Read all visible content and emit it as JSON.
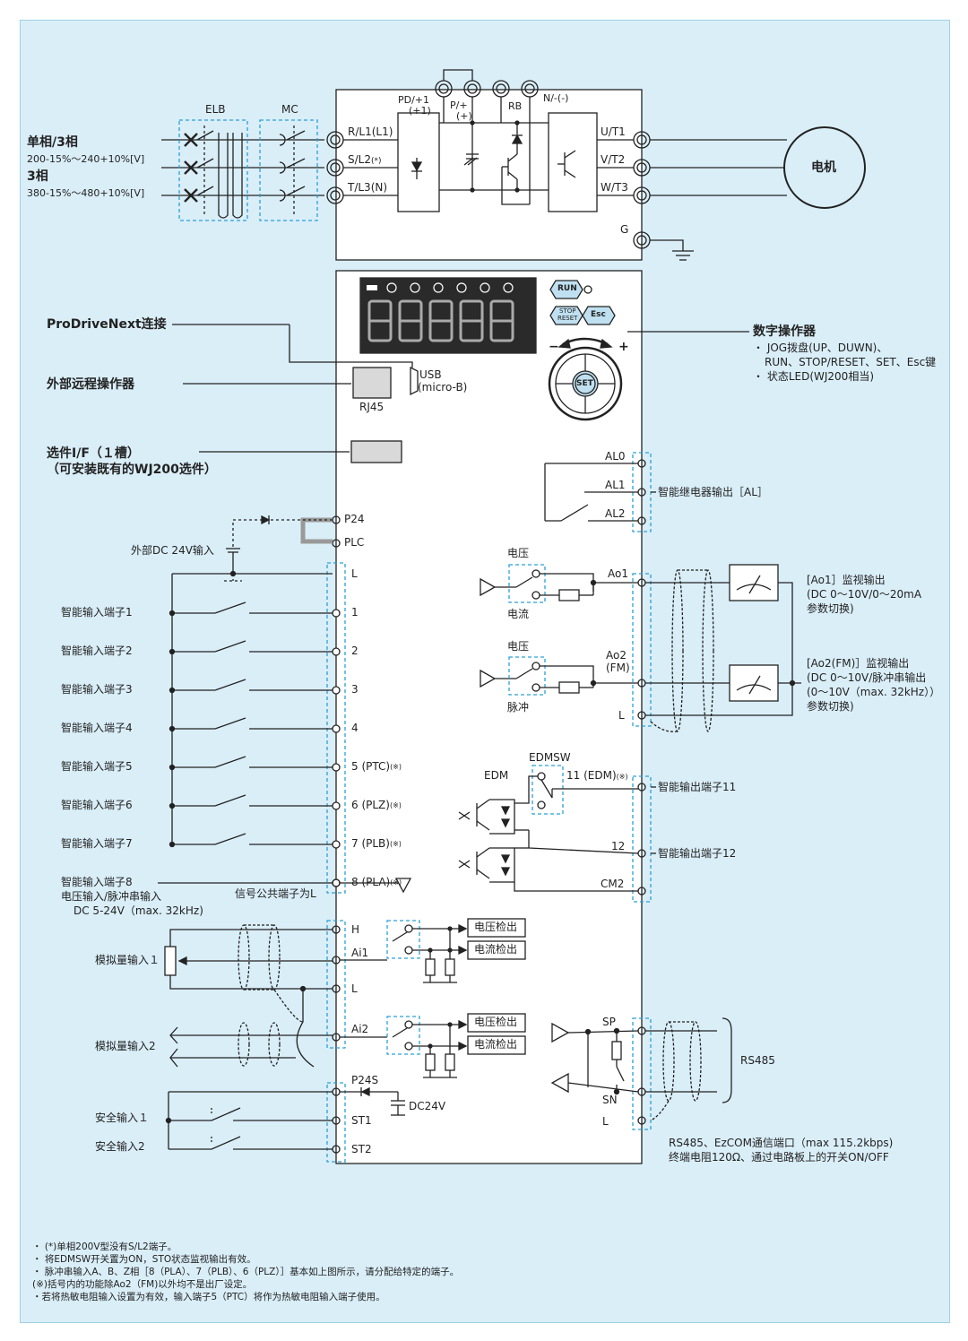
{
  "supply": {
    "line1_title": "单相/3相",
    "line1_range": "200-15%～240+10%[V]",
    "line2_title": "3相",
    "line2_range": "380-15%～480+10%[V]",
    "elb": "ELB",
    "mc": "MC"
  },
  "power_terminals": {
    "r": "R/L1(L1)",
    "s": "S/L2",
    "s_mark": "(*)",
    "t": "T/L3(N)",
    "pd_top": "PD/+1",
    "pd_bottom": "(+1)",
    "p_top": "P/+",
    "p_bottom": "(+)",
    "rb": "RB",
    "n": "N/-(-)",
    "u": "U/T1",
    "v": "V/T2",
    "w": "W/T3",
    "g": "G",
    "motor": "电机"
  },
  "operator": {
    "run": "RUN",
    "stop_line1": "STOP",
    "stop_line2": "RESET",
    "esc": "Esc",
    "set": "SET",
    "minus": "−",
    "plus": "+",
    "usb_line1": "USB",
    "usb_line2": "(micro-B)",
    "rj45": "RJ45",
    "title": "数字操作器",
    "desc1": "・ JOG拨盘(UP、DUWN)、",
    "desc2": "RUN、STOP/RESET、SET、Esc键",
    "desc3": "・ 状态LED(WJ200相当)"
  },
  "left_labels": {
    "prodrive": "ProDriveNext连接",
    "remote": "外部远程操作器",
    "option_line1": "选件I/F（１槽）",
    "option_line2": "（可安装既有的WJ200选件）",
    "ext_dc": "外部DC 24V输入"
  },
  "inputs": {
    "p24": "P24",
    "plc": "PLC",
    "l": "L",
    "names": [
      "智能输入端子1",
      "智能输入端子2",
      "智能输入端子3",
      "智能输入端子4",
      "智能输入端子5",
      "智能输入端子6",
      "智能输入端子7"
    ],
    "terminals": [
      "1",
      "2",
      "3",
      "4",
      "5 (PTC)",
      "6 (PLZ)",
      "7 (PLB)",
      "8 (PLA)"
    ],
    "mark": "(※)",
    "in8_line1": "智能输入端子8",
    "in8_line2": "电压输入/脉冲串输入",
    "in8_line3": "DC 5-24V（max. 32kHz)",
    "common": "信号公共端子为L"
  },
  "analog_in": {
    "h": "H",
    "ai1": "Ai1",
    "l": "L",
    "ai2": "Ai2",
    "in1": "模拟量输入１",
    "in2": "模拟量输入2",
    "volt_detect": "电压检出",
    "curr_detect": "电流检出"
  },
  "safety": {
    "p24s": "P24S",
    "dc24v": "DC24V",
    "st1": "ST1",
    "st2": "ST2",
    "in1": "安全输入１",
    "in2": "安全输入2"
  },
  "relay": {
    "al0": "AL0",
    "al1": "AL1",
    "al2": "AL2",
    "label": "智能继电器输出［AL］"
  },
  "analog_out": {
    "voltage": "电压",
    "current": "电流",
    "pulse": "脉冲",
    "ao1": "Ao1",
    "ao2_line1": "Ao2",
    "ao2_line2": "(FM)",
    "l": "L",
    "ao1_desc1": "[Ao1］监视输出",
    "ao1_desc2": "(DC 0～10V/0～20mA",
    "ao1_desc3": "参数切换)",
    "ao2_desc1": "[Ao2(FM)］监视输出",
    "ao2_desc2": "(DC 0～10V/脉冲串输出",
    "ao2_desc3": "(0～10V（max. 32kHz））",
    "ao2_desc4": "参数切换)"
  },
  "digital_out": {
    "edmsw": "EDMSW",
    "edm": "EDM",
    "t11": "11 (EDM)",
    "mark": "(※)",
    "t12": "12",
    "cm2": "CM2",
    "out11": "智能输出端子11",
    "out12": "智能输出端子12"
  },
  "rs485": {
    "sp": "SP",
    "sn": "SN",
    "l": "L",
    "label": "RS485",
    "desc1": "RS485、EzCOM通信端口（max 115.2kbps)",
    "desc2": "终端电阻120Ω、通过电路板上的开关ON/OFF"
  },
  "notes": [
    "・ (*)单相200V型没有S/L2端子。",
    "・ 将EDMSW开关置为ON，STO状态监视输出有效。",
    "・ 脉冲串输入A、B、Z相［8（PLA）、7（PLB）、6（PLZ）］基本如上图所示，请分配给特定的端子。",
    "   (※)括号内的功能除Ao2（FM)以外均不是出厂设定。",
    "・若将热敏电阻输入设置为有效，输入端子5（PTC）将作为热敏电阻输入端子使用。"
  ],
  "colors": {
    "panel_bg": "#daeef8",
    "dashed_blue": "#2aa0d8",
    "line": "#222222",
    "display_bg": "#2a2a2a"
  }
}
